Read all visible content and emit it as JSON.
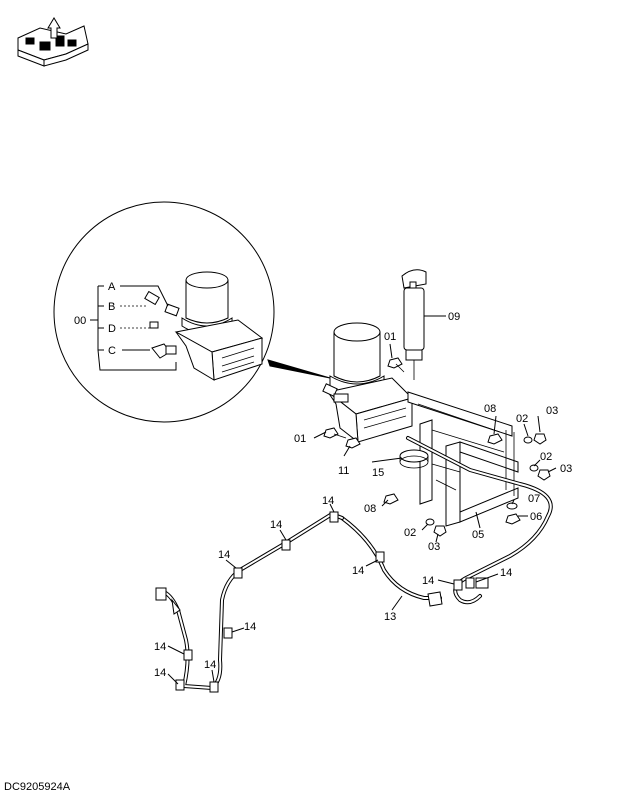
{
  "diagram": {
    "footer_code": "DC9205924A",
    "inset": {
      "group_label": "00",
      "callouts": [
        "A",
        "B",
        "D",
        "C"
      ]
    },
    "part_labels": {
      "p09": "09",
      "p01a": "01",
      "p01b": "01",
      "p08a": "08",
      "p08b": "08",
      "p02a": "02",
      "p02b": "02",
      "p02c": "02",
      "p03a": "03",
      "p03b": "03",
      "p03c": "03",
      "p11": "11",
      "p15": "15",
      "p05": "05",
      "p07": "07",
      "p06": "06",
      "p13": "13",
      "p14a": "14",
      "p14b": "14",
      "p14c": "14",
      "p14d": "14",
      "p14e": "14",
      "p14f": "14",
      "p14g": "14",
      "p14h": "14",
      "p14i": "14",
      "p14j": "14"
    }
  }
}
